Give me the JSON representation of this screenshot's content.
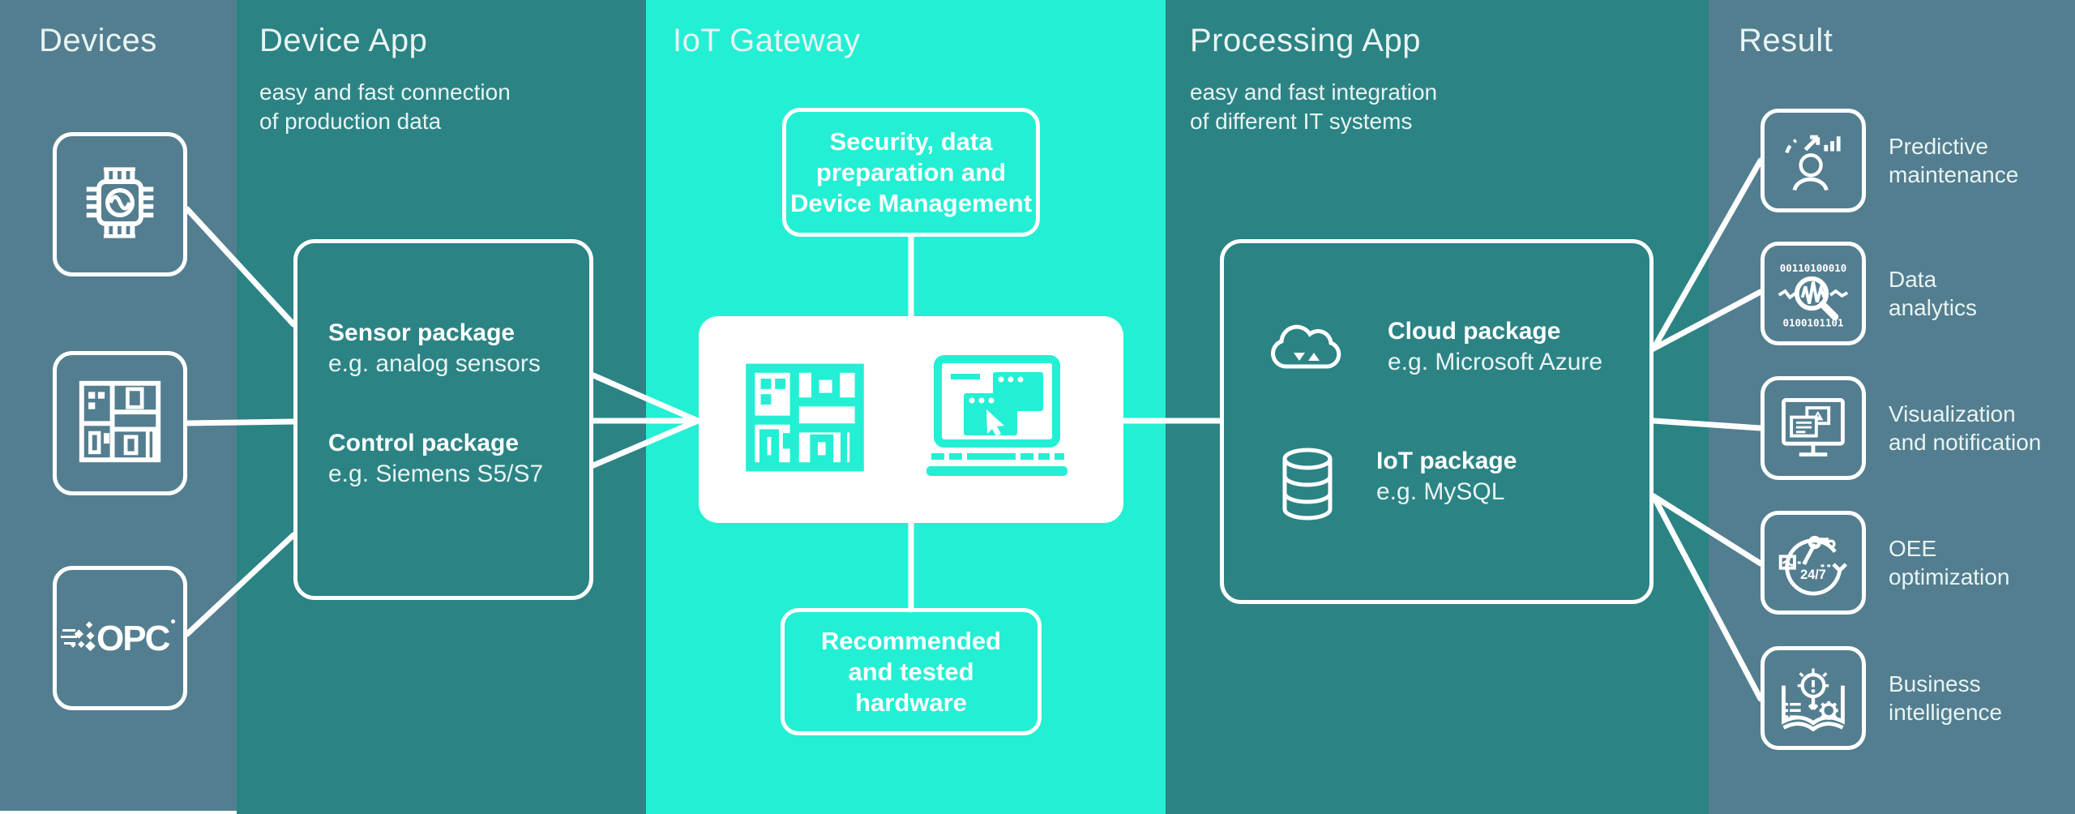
{
  "colors": {
    "slate": "#537E90",
    "teal": "#2B8384",
    "turquoise": "#23EFD4",
    "white": "#FFFFFF",
    "text_light": "#E9F4F2"
  },
  "columns": {
    "devices": {
      "title": "Devices",
      "opc_logo_text": "OPC"
    },
    "device_app": {
      "title": "Device App",
      "subtitle": "easy and fast connection\nof production data",
      "box": {
        "item1_title": "Sensor package",
        "item1_example": "e.g. analog sensors",
        "item2_title": "Control package",
        "item2_example": "e.g. Siemens S5/S7"
      }
    },
    "iot_gateway": {
      "title": "IoT Gateway",
      "security_box": {
        "line1": "Security, data",
        "line2": "preparation and",
        "line3": "Device Management"
      },
      "hardware_box": {
        "line1": "Recommended",
        "line2": "and tested",
        "line3": "hardware"
      }
    },
    "processing_app": {
      "title": "Processing App",
      "subtitle": "easy and fast integration\nof different IT systems",
      "box": {
        "item1_title": "Cloud package",
        "item1_example": "e.g. Microsoft Azure",
        "item2_title": "IoT package",
        "item2_example": "e.g. MySQL"
      }
    },
    "result": {
      "title": "Result",
      "items": [
        {
          "icon": "predictive-maintenance-icon",
          "line1": "Predictive",
          "line2": "maintenance"
        },
        {
          "icon": "data-analytics-icon",
          "line1": "Data",
          "line2": "analytics"
        },
        {
          "icon": "visualization-icon",
          "line1": "Visualization",
          "line2": "and notification"
        },
        {
          "icon": "oee-optimization-icon",
          "line1": "OEE",
          "line2": "optimization"
        },
        {
          "icon": "business-intelligence-icon",
          "line1": "Business",
          "line2": "intelligence"
        }
      ]
    }
  },
  "icon_texts": {
    "binary_row_top": "00110100010",
    "binary_row_bottom": "0100101101",
    "always_on": "24/7"
  },
  "icons": [
    "sensor-chip-icon",
    "machine-icon",
    "opc-logo",
    "gateway-machine-icon",
    "gateway-laptop-icon",
    "cloud-icon",
    "database-icon",
    "predictive-maintenance-icon",
    "data-analytics-icon",
    "visualization-icon",
    "oee-optimization-icon",
    "business-intelligence-icon"
  ]
}
